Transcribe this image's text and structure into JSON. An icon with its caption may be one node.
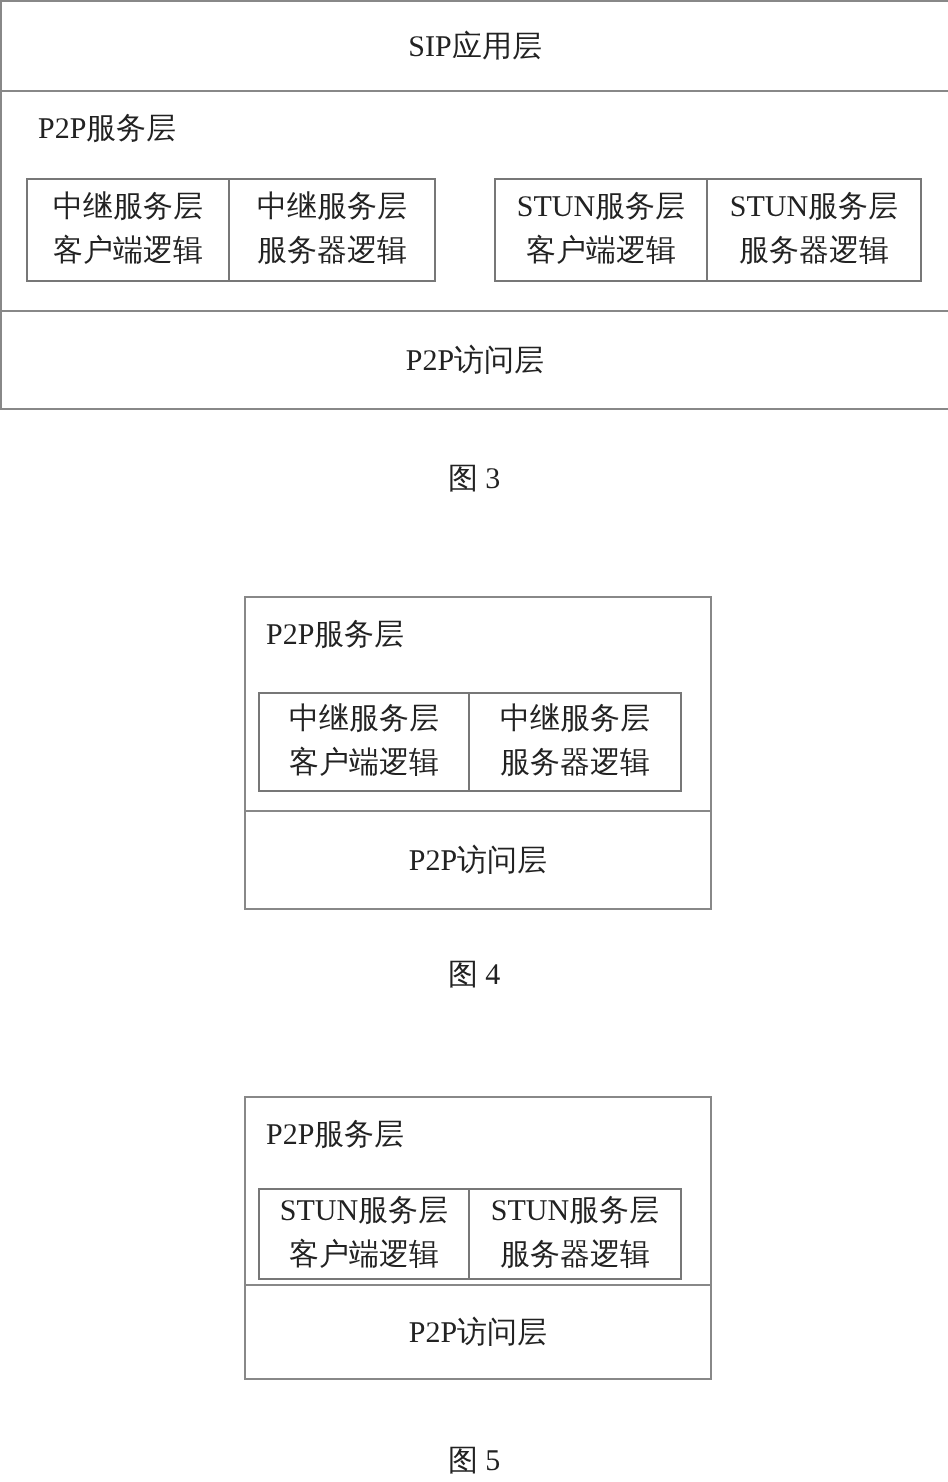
{
  "diagram": {
    "nodes": [
      {
        "text": [
          "SIP应用层"
        ]
      },
      {
        "text": [
          "P2P服务层"
        ]
      },
      {
        "text": [
          "中继服务层客户端逻辑"
        ],
        "in": 1
      },
      {
        "text": [
          "中继服务层服务器逻辑"
        ],
        "in": 1
      },
      {
        "text": [
          "STUN服务层客户端逻辑"
        ],
        "in": 1
      },
      {
        "text": [
          "STUN服务层服务器逻辑"
        ],
        "in": 1
      },
      {
        "text": [
          "P2P访问层"
        ]
      },
      {
        "text": [
          "P2P服务层"
        ]
      },
      {
        "text": [
          "中继服务层客户端逻辑"
        ],
        "in": 7
      },
      {
        "text": [
          "中继服务层服务器逻辑"
        ],
        "in": 7
      },
      {
        "text": [
          "P2P访问层"
        ]
      },
      {
        "text": [
          "P2P服务层"
        ]
      },
      {
        "text": [
          "STUN服务层客户端逻辑"
        ],
        "in": 11
      },
      {
        "text": [
          "STUN服务层服务器逻辑"
        ],
        "in": 11
      },
      {
        "text": [
          "P2P访问层"
        ]
      }
    ],
    "labels": [
      "图 3",
      "图 4",
      "图 5"
    ]
  }
}
